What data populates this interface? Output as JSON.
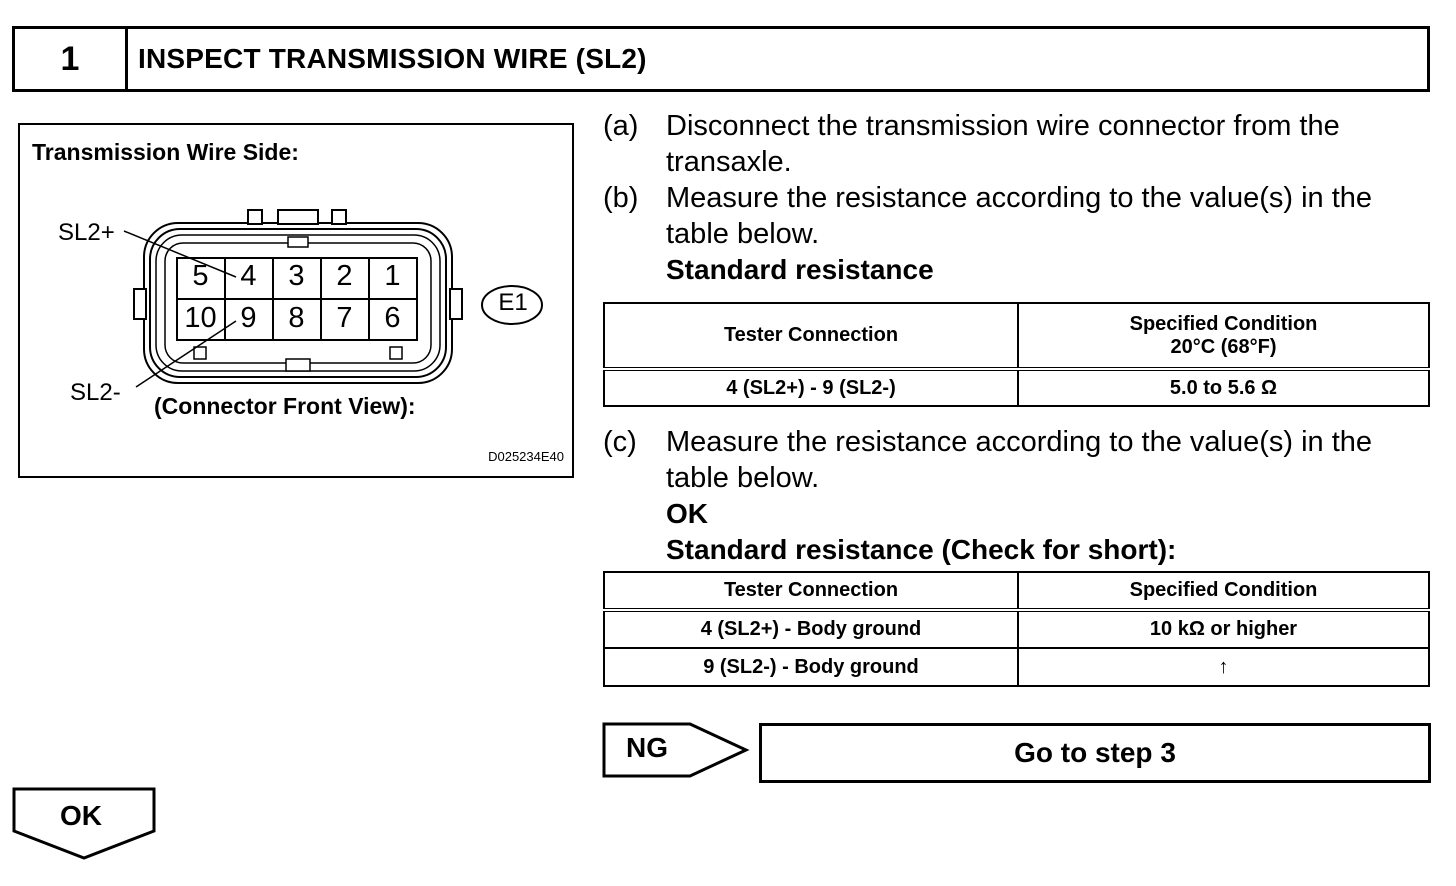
{
  "header": {
    "step_number": "1",
    "title": "INSPECT TRANSMISSION WIRE (SL2)"
  },
  "illustration": {
    "title": "Transmission Wire Side:",
    "sl2_plus_label": "SL2+",
    "sl2_minus_label": "SL2-",
    "connector_id": "E1",
    "view_label": "(Connector Front View):",
    "figure_code": "D025234E40",
    "pins_top": [
      "5",
      "4",
      "3",
      "2",
      "1"
    ],
    "pins_bottom": [
      "10",
      "9",
      "8",
      "7",
      "6"
    ]
  },
  "steps": [
    {
      "mark": "(a)",
      "text": "Disconnect the transmission wire connector from the transaxle."
    },
    {
      "mark": "(b)",
      "text": "Measure the resistance according to the value(s) in the table below."
    },
    {
      "mark": "(c)",
      "text": "Measure the resistance according to the value(s) in the table below."
    }
  ],
  "table1": {
    "heading": "Standard resistance",
    "col1": "Tester Connection",
    "col2_line1": "Specified Condition",
    "col2_line2": "20°C (68°F)",
    "rows": [
      {
        "connection": "4 (SL2+) - 9 (SL2-)",
        "condition": "5.0 to 5.6 Ω"
      }
    ]
  },
  "ok_text": "OK",
  "table2": {
    "heading": "Standard resistance (Check for short):",
    "col1": "Tester Connection",
    "col2": "Specified Condition",
    "rows": [
      {
        "connection": "4 (SL2+) - Body ground",
        "condition": "10 kΩ or higher"
      },
      {
        "connection": "9 (SL2-) - Body ground",
        "condition": "↑"
      }
    ]
  },
  "ng_branch": {
    "label": "NG",
    "target": "Go to step 3"
  },
  "ok_branch": {
    "label": "OK"
  }
}
